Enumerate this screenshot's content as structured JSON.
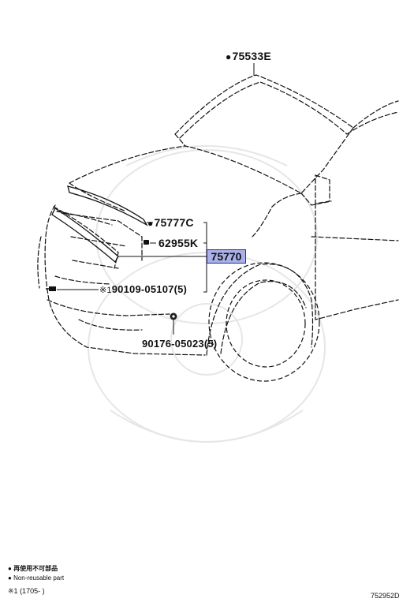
{
  "parts": {
    "p75533e": {
      "mark": "●",
      "number": "75533E"
    },
    "p75777c": {
      "mark": "●",
      "number": "75777C"
    },
    "p62955k": {
      "number": "62955K"
    },
    "p75770": {
      "number": "75770"
    },
    "p90109": {
      "ref": "※1",
      "number": "90109-05107(5)"
    },
    "p90176": {
      "number": "90176-05023(5)"
    }
  },
  "legend": {
    "line1_mark": "●",
    "line1_text": "再使用不可部品",
    "line2_mark": "●",
    "line2_text": "Non-reusable part",
    "line3_ref": "※1",
    "line3_text": "(1705-      )"
  },
  "diagram_code": "752952D",
  "colors": {
    "highlight_fill": "#a9b1e8",
    "highlight_border": "#2b2f8a",
    "line": "#111111"
  }
}
